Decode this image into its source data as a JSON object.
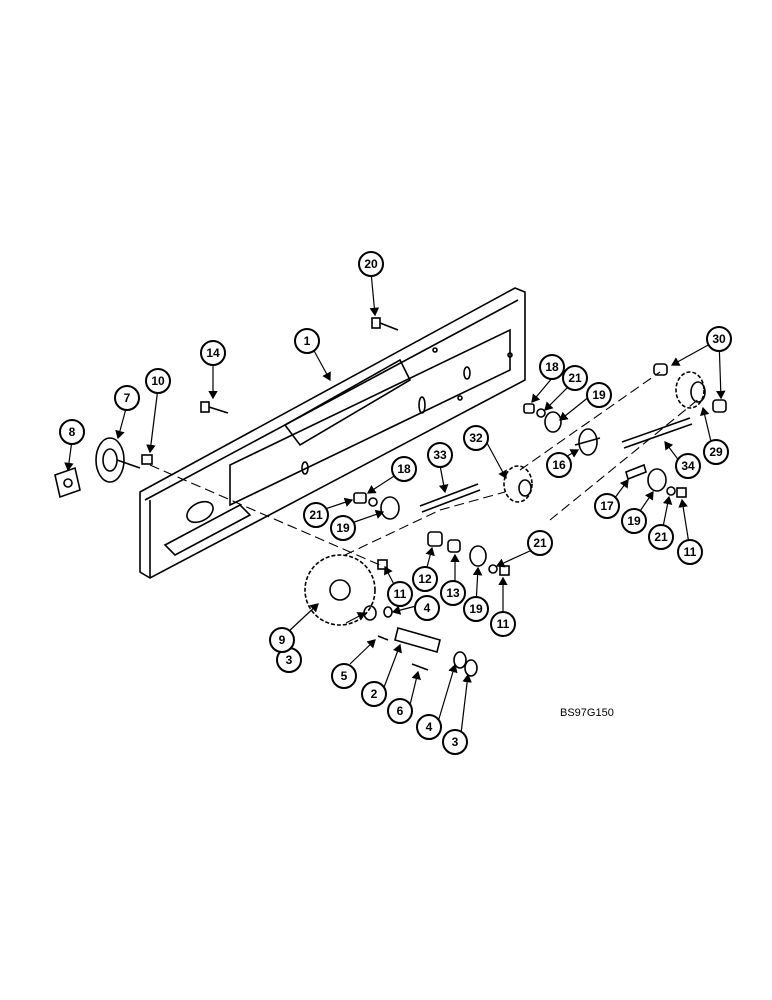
{
  "drawing_code": "BS97G150",
  "callouts": [
    "1",
    "2",
    "3",
    "3",
    "4",
    "4",
    "5",
    "6",
    "7",
    "8",
    "9",
    "10",
    "11",
    "11",
    "11",
    "12",
    "13",
    "14",
    "16",
    "17",
    "18",
    "18",
    "19",
    "19",
    "19",
    "19",
    "20",
    "21",
    "21",
    "21",
    "21",
    "29",
    "30",
    "32",
    "33",
    "34"
  ]
}
